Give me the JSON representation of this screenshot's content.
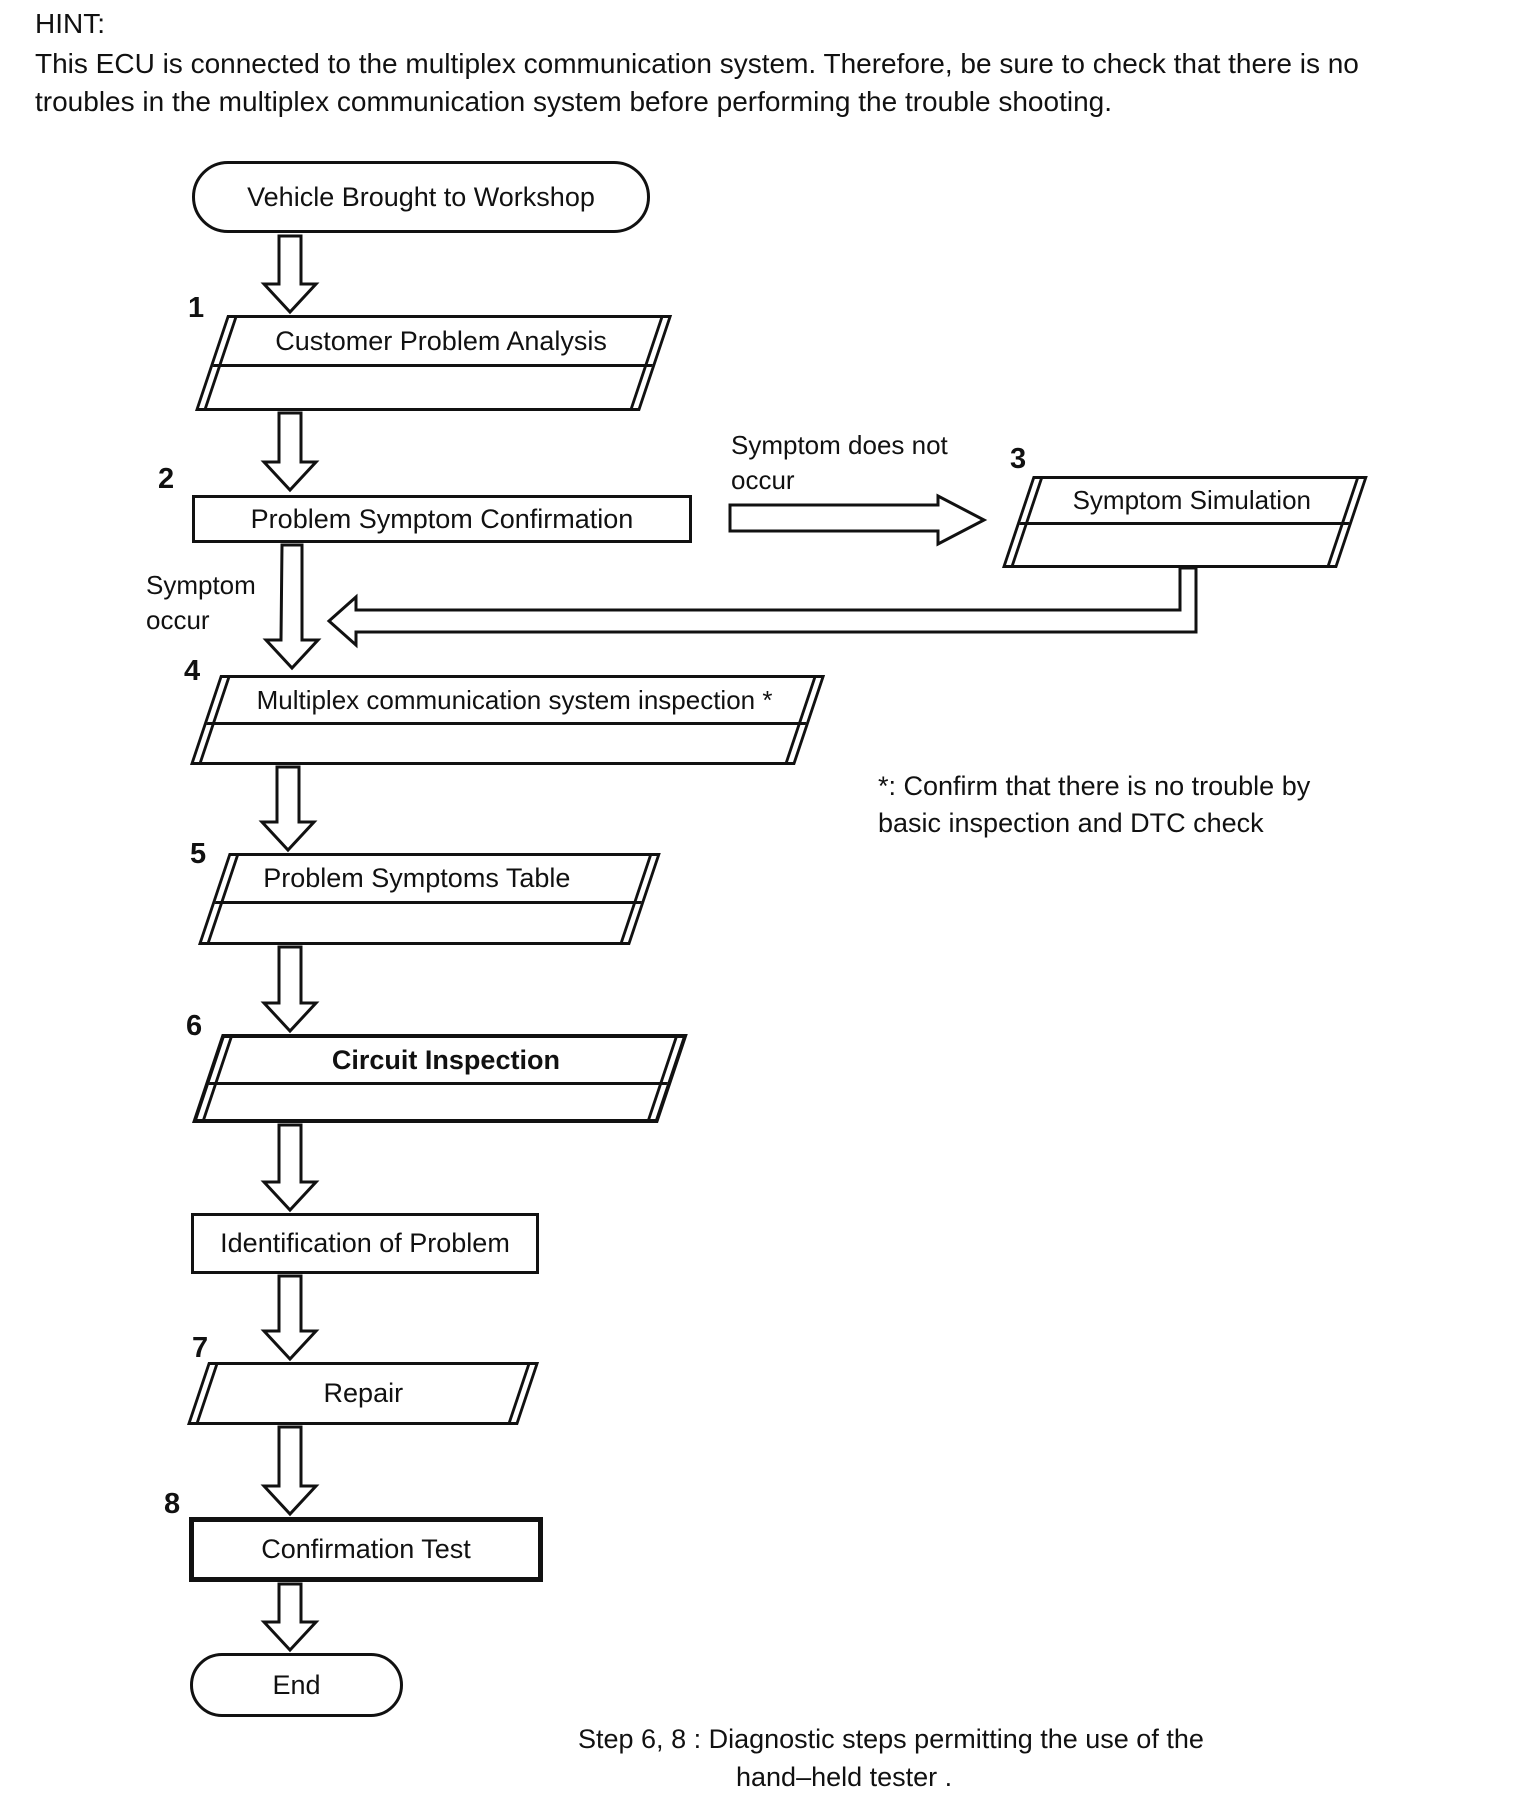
{
  "hint": {
    "title": "HINT:",
    "body_line1": "This ECU is connected to the multiplex communication system. Therefore, be sure to check that there is no",
    "body_line2": "troubles in the multiplex communication system before performing the trouble shooting."
  },
  "nodes": {
    "start": {
      "label": "Vehicle Brought to Workshop"
    },
    "step1": {
      "num": "1",
      "label": "Customer Problem Analysis"
    },
    "step2": {
      "num": "2",
      "label": "Problem Symptom Confirmation"
    },
    "step3": {
      "num": "3",
      "label": "Symptom Simulation"
    },
    "step4": {
      "num": "4",
      "label": "Multiplex communication system inspection *"
    },
    "step5": {
      "num": "5",
      "label": "Problem Symptoms Table"
    },
    "step6": {
      "num": "6",
      "label": "Circuit Inspection"
    },
    "identification": {
      "label": "Identification of Problem"
    },
    "step7": {
      "num": "7",
      "label": "Repair"
    },
    "step8": {
      "num": "8",
      "label": "Confirmation Test"
    },
    "end": {
      "label": "End"
    }
  },
  "edge_labels": {
    "symptom_does_not_occur_line1": "Symptom does not",
    "symptom_does_not_occur_line2": "occur",
    "symptom_occur_line1": "Symptom",
    "symptom_occur_line2": "occur"
  },
  "notes": {
    "asterisk_line1": "*: Confirm that there is no trouble by",
    "asterisk_line2": "basic inspection and DTC check",
    "caption_line1": "Step 6, 8 : Diagnostic steps permitting the use of the",
    "caption_line2": "hand–held tester ."
  },
  "colors": {
    "ink": "#111111",
    "paper": "#ffffff"
  }
}
